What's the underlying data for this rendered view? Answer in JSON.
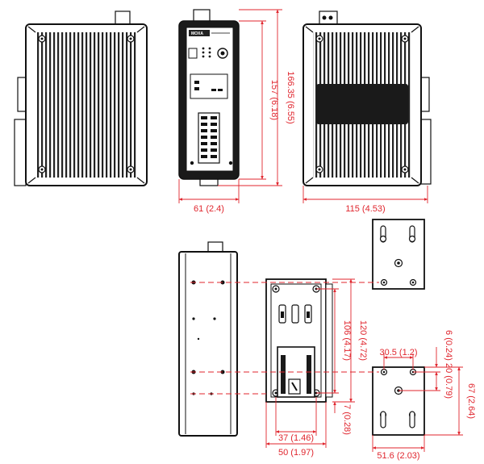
{
  "colors": {
    "dimension": "#e0262e",
    "outline": "#111111",
    "body_fill": "#ffffff",
    "dark_fill": "#1a1a1a"
  },
  "front_view": {
    "brand": "MOXA"
  },
  "dimensions": {
    "height_total": "166.35 (6.55)",
    "height_body": "157 (6.18)",
    "front_width": "61 (2.4)",
    "side_depth": "115 (4.53)",
    "mount_hole_span": "106 (4.17)",
    "mount_height": "120 (4.72)",
    "mount_bottom_offset": "7 (0.28)",
    "din_inner_width": "37 (1.46)",
    "din_outer_width": "50 (1.97)",
    "wall_hole_span": "30.5 (1.2)",
    "wall_top_offset": "6 (0.24)",
    "wall_slot_gap": "20 (0.79)",
    "wall_height": "67 (2.64)",
    "wall_width": "51.6 (2.03)"
  }
}
